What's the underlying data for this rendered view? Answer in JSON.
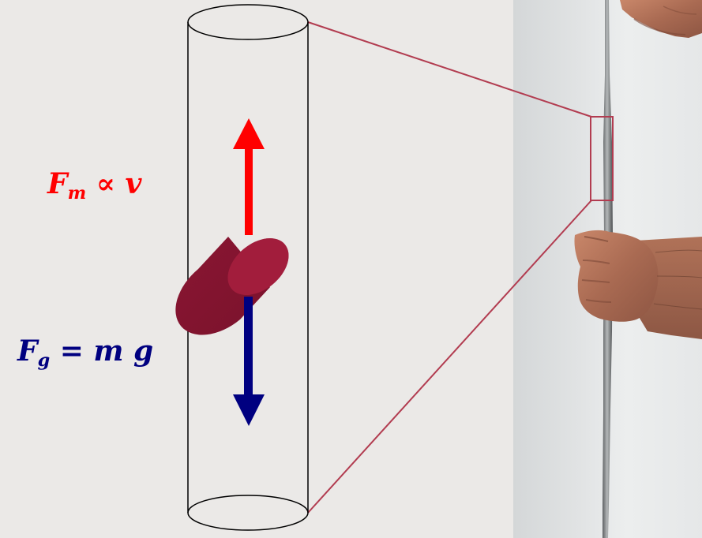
{
  "labels": {
    "magnetic_force": {
      "symbol": "F",
      "subscript": "m",
      "relation": "∝ v",
      "color": "#ff0000"
    },
    "gravity_force": {
      "symbol": "F",
      "subscript": "g",
      "relation": "= m g",
      "color": "#000080"
    }
  },
  "colors": {
    "background": "#ebe9e7",
    "tube_outline": "#000000",
    "magnet": "#9b1a38",
    "magnet_end_face": "#a8203f",
    "zoom_callout_lines": "#b23c50",
    "up_arrow": "#ff0000",
    "down_arrow": "#000080"
  },
  "icons": {
    "tube": "cylinder-outline",
    "magnet": "cylindrical-magnet",
    "magnetic_force_arrow": "arrow-up",
    "gravity_force_arrow": "arrow-down",
    "photo": "hands-holding-metal-tube"
  }
}
